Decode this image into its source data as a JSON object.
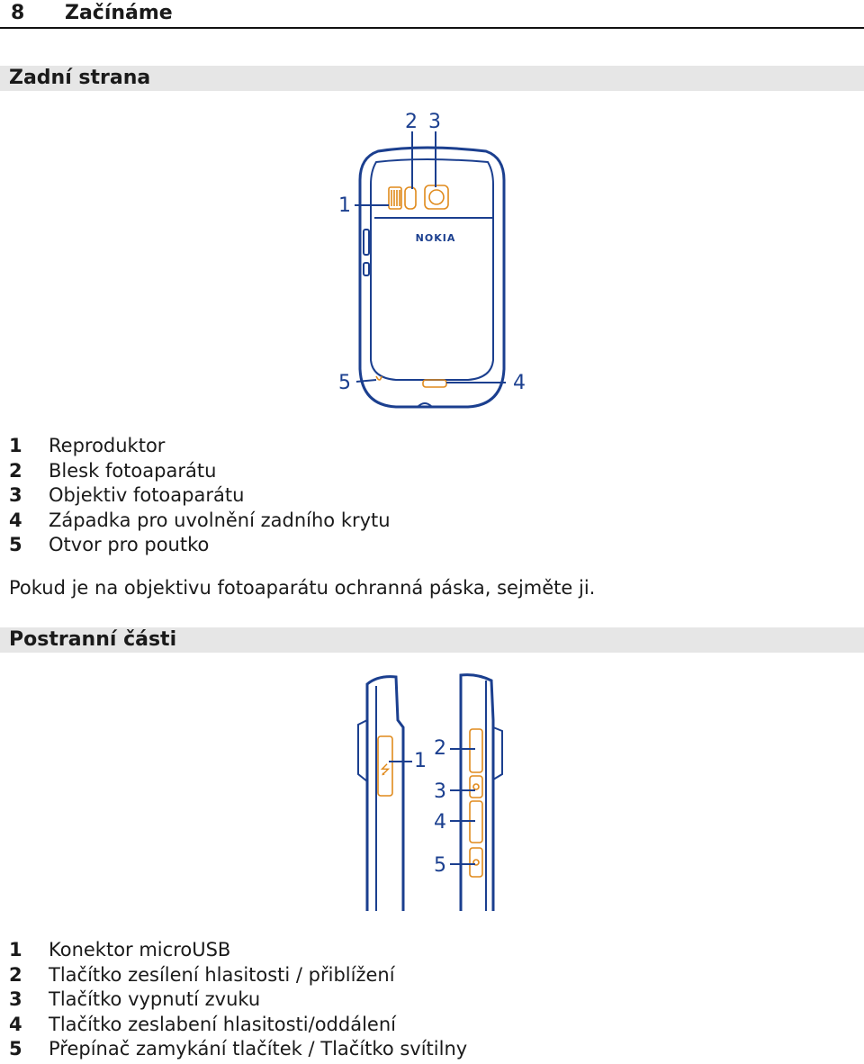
{
  "header": {
    "page_number": "8",
    "title": "Začínáme"
  },
  "back_section": {
    "title": "Zadní strana",
    "callouts": [
      "1",
      "2",
      "3",
      "4",
      "5"
    ],
    "brand_logo": "NOKIA",
    "legend": [
      {
        "n": "1",
        "text": "Reproduktor"
      },
      {
        "n": "2",
        "text": "Blesk fotoaparátu"
      },
      {
        "n": "3",
        "text": "Objektiv fotoaparátu"
      },
      {
        "n": "4",
        "text": "Západka pro uvolnění zadního krytu"
      },
      {
        "n": "5",
        "text": "Otvor pro poutko"
      }
    ],
    "note": "Pokud je na objektivu fotoaparátu ochranná páska, sejměte ji."
  },
  "sides_section": {
    "title": "Postranní části",
    "callouts": [
      "1",
      "2",
      "3",
      "4",
      "5"
    ],
    "legend": [
      {
        "n": "1",
        "text": "Konektor microUSB"
      },
      {
        "n": "2",
        "text": "Tlačítko zesílení hlasitosti / přiblížení"
      },
      {
        "n": "3",
        "text": "Tlačítko vypnutí zvuku"
      },
      {
        "n": "4",
        "text": "Tlačítko zeslabení hlasitosti/oddálení"
      },
      {
        "n": "5",
        "text": "Přepínač zamykání tlačítek / Tlačítko svítilny"
      }
    ]
  },
  "colors": {
    "line_art": "#1b3f8f",
    "highlight": "#e08a1c",
    "section_bg": "#e6e6e6"
  }
}
